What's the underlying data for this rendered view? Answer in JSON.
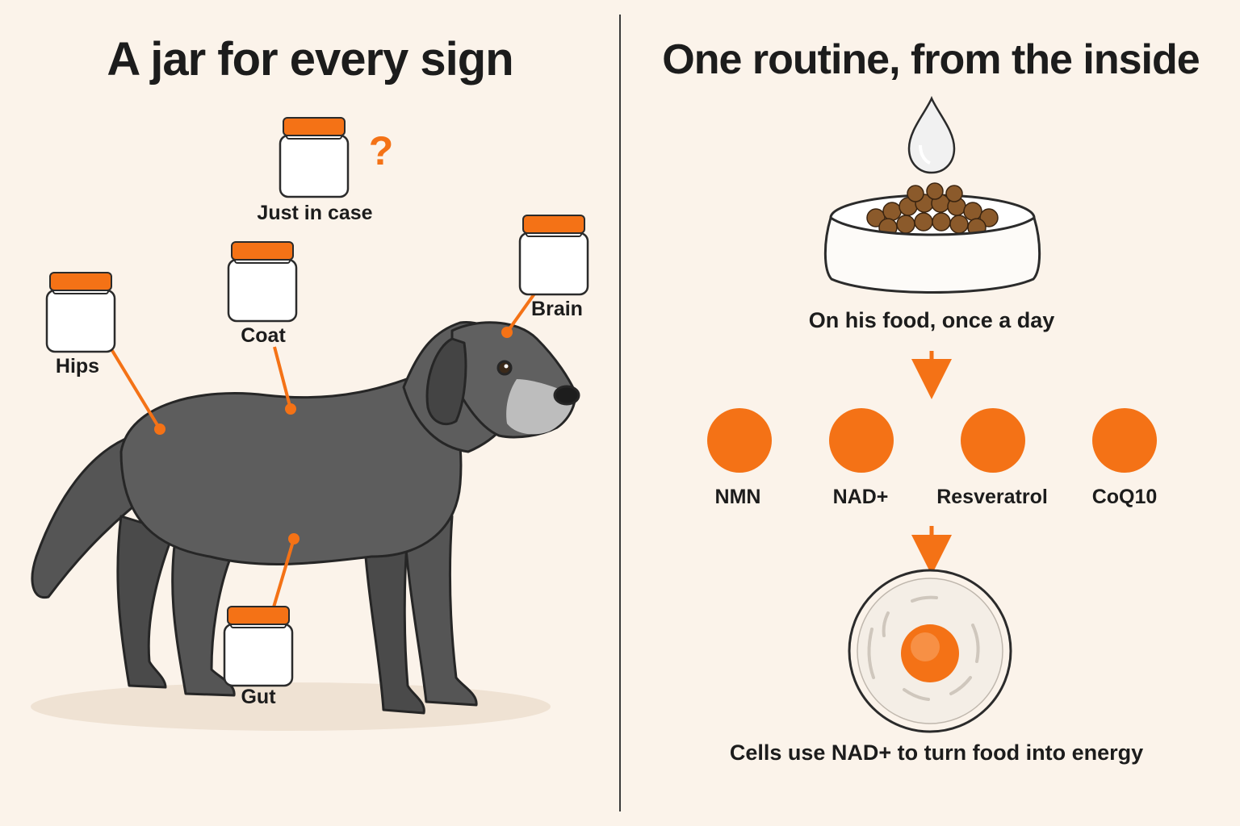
{
  "left_panel": {
    "heading": "A jar for every sign",
    "question_mark": "?",
    "jars": [
      {
        "label": "Just in case"
      },
      {
        "label": "Hips"
      },
      {
        "label": "Coat"
      },
      {
        "label": "Brain"
      },
      {
        "label": "Gut"
      }
    ]
  },
  "right_panel": {
    "heading": "One routine, from the inside",
    "food_caption": "On his food, once a day",
    "ingredients": [
      "NMN",
      "NAD+",
      "Resveratrol",
      "CoQ10"
    ],
    "cell_caption": "Cells use NAD+ to turn food into energy"
  },
  "colors": {
    "accent": "#f47216",
    "background": "#fbf3ea",
    "dog": "#5a5a5a",
    "divider": "#3a3a3a"
  }
}
